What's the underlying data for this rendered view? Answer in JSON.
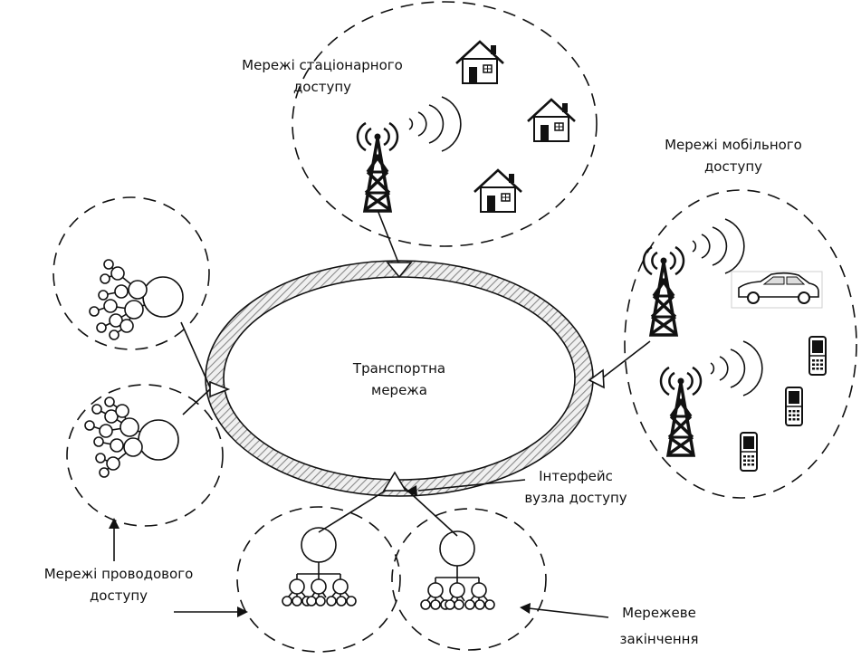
{
  "labels": {
    "fixed_access": [
      "Мережі стаціонарного",
      "доступу"
    ],
    "mobile_access": [
      "Мережі мобільного",
      "доступу"
    ],
    "transport": [
      "Транспортна",
      "мережа"
    ],
    "interface": [
      "Інтерфейс",
      "вузла доступу"
    ],
    "wired_access": [
      "Мережі проводового",
      "доступу"
    ],
    "termination": [
      "Мережеве",
      "закінчення"
    ]
  },
  "colors": {
    "stroke": "#111111",
    "hatch": "#8a8a8a",
    "background": "#ffffff"
  },
  "icons": [
    "radio-tower-icon",
    "house-icon",
    "car-icon",
    "mobile-phone-icon",
    "radio-waves-icon"
  ]
}
